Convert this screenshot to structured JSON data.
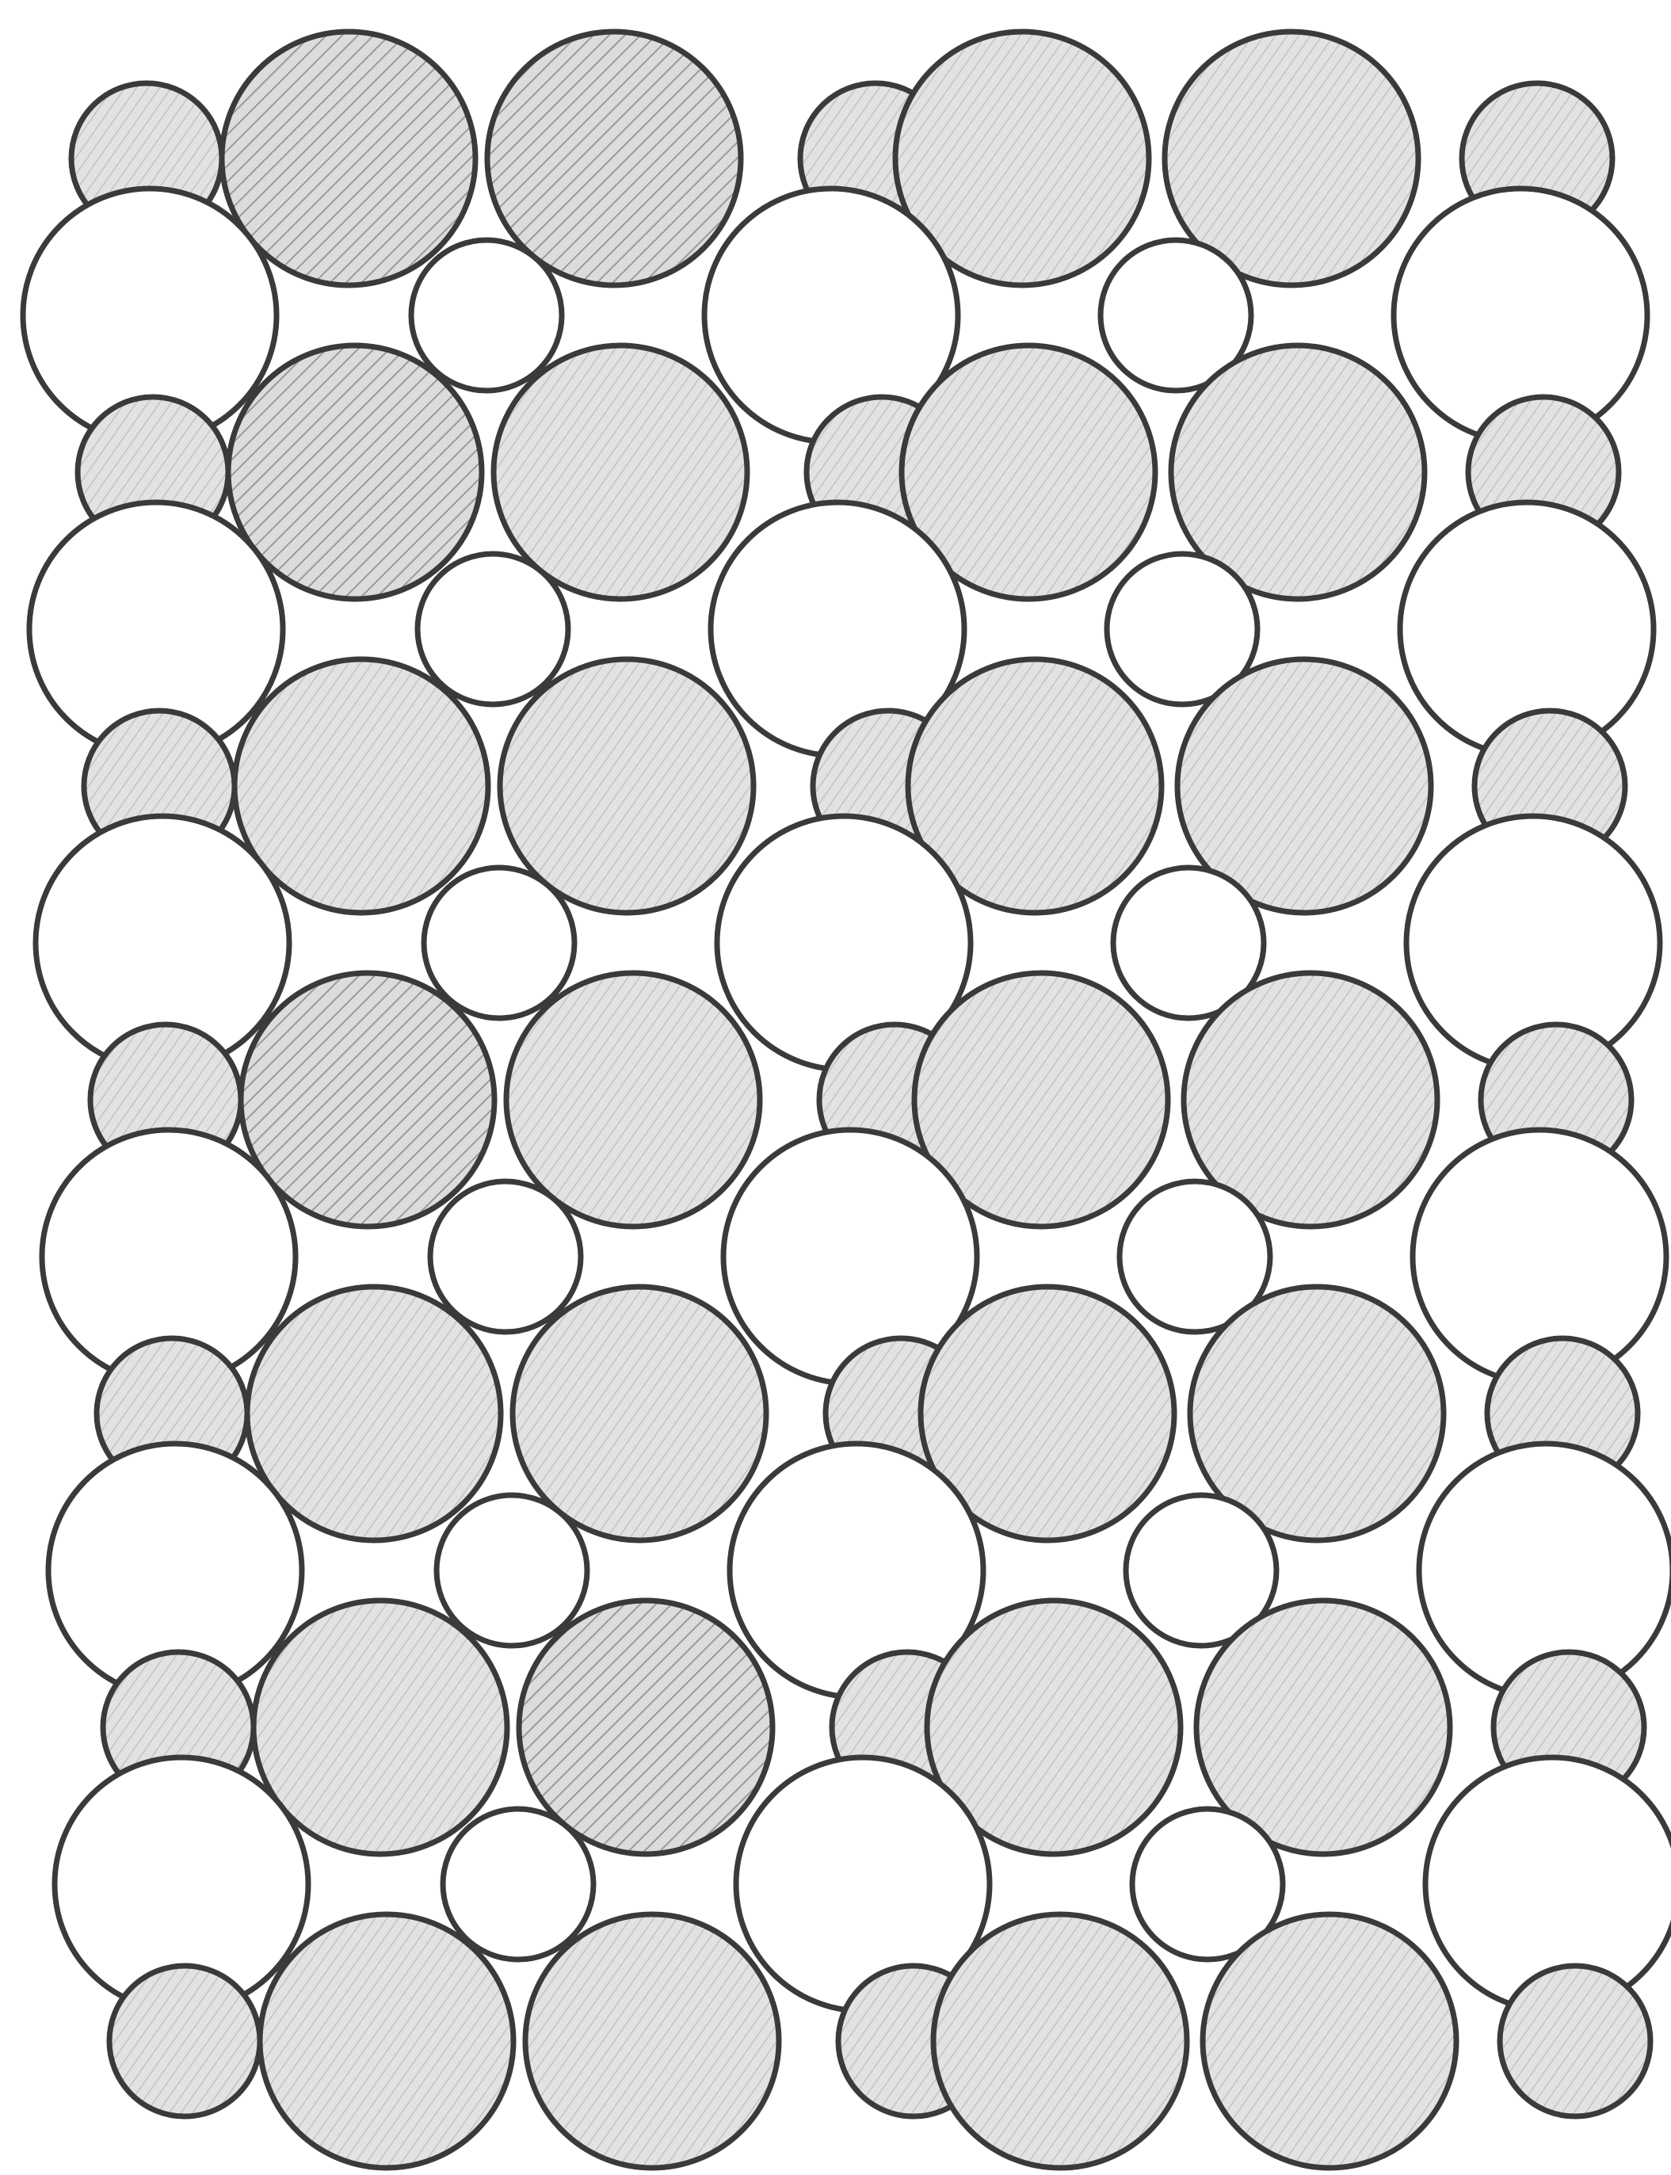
{
  "figure": {
    "kind": "circle-packing-engraving",
    "rows": [
      {
        "pattern": [
          "S",
          "H",
          "H",
          "S",
          "H",
          "H",
          "S"
        ],
        "fill": [
          "shaded",
          "hatched",
          "hatched",
          "shaded",
          "shaded",
          "shaded",
          "shaded"
        ]
      },
      {
        "pattern": [
          "L",
          "s",
          "L",
          "s",
          "L"
        ],
        "fill": [
          "plain",
          "plain",
          "plain",
          "plain",
          "plain"
        ]
      },
      {
        "pattern": [
          "S",
          "H",
          "H",
          "S",
          "H",
          "H",
          "S"
        ],
        "fill": [
          "shaded",
          "hatched",
          "shaded",
          "shaded",
          "shaded",
          "shaded",
          "shaded"
        ]
      },
      {
        "pattern": [
          "L",
          "s",
          "L",
          "s",
          "L"
        ],
        "fill": [
          "plain",
          "plain",
          "plain",
          "plain",
          "plain"
        ]
      },
      {
        "pattern": [
          "S",
          "H",
          "H",
          "S",
          "H",
          "H",
          "S"
        ],
        "fill": [
          "shaded",
          "shaded",
          "shaded",
          "shaded",
          "shaded",
          "shaded",
          "shaded"
        ]
      },
      {
        "pattern": [
          "L",
          "s",
          "L",
          "s",
          "L"
        ],
        "fill": [
          "plain",
          "plain",
          "plain",
          "plain",
          "plain"
        ]
      },
      {
        "pattern": [
          "S",
          "H",
          "H",
          "S",
          "H",
          "H",
          "S"
        ],
        "fill": [
          "shaded",
          "hatched",
          "shaded",
          "shaded",
          "shaded",
          "shaded",
          "shaded"
        ]
      },
      {
        "pattern": [
          "L",
          "s",
          "L",
          "s",
          "L"
        ],
        "fill": [
          "plain",
          "plain",
          "plain",
          "plain",
          "plain"
        ]
      },
      {
        "pattern": [
          "S",
          "H",
          "H",
          "S",
          "H",
          "H",
          "S"
        ],
        "fill": [
          "shaded",
          "shaded",
          "shaded",
          "shaded",
          "shaded",
          "shaded",
          "shaded"
        ]
      },
      {
        "pattern": [
          "L",
          "s",
          "L",
          "s",
          "L"
        ],
        "fill": [
          "plain",
          "plain",
          "plain",
          "plain",
          "plain"
        ]
      },
      {
        "pattern": [
          "S",
          "H",
          "H",
          "S",
          "H",
          "H",
          "S"
        ],
        "fill": [
          "shaded",
          "shaded",
          "hatched",
          "shaded",
          "shaded",
          "shaded",
          "shaded"
        ]
      },
      {
        "pattern": [
          "L",
          "s",
          "L",
          "s",
          "L"
        ],
        "fill": [
          "plain",
          "plain",
          "plain",
          "plain",
          "plain"
        ]
      },
      {
        "pattern": [
          "S",
          "H",
          "H",
          "S",
          "H",
          "H",
          "S"
        ],
        "fill": [
          "shaded",
          "shaded",
          "shaded",
          "shaded",
          "shaded",
          "shaded",
          "shaded"
        ]
      }
    ],
    "colors": {
      "paper": "#ffffff",
      "ink": "#3a3a3a",
      "shade": "#d9d9d9",
      "hatch": "#9a9a9a"
    }
  }
}
